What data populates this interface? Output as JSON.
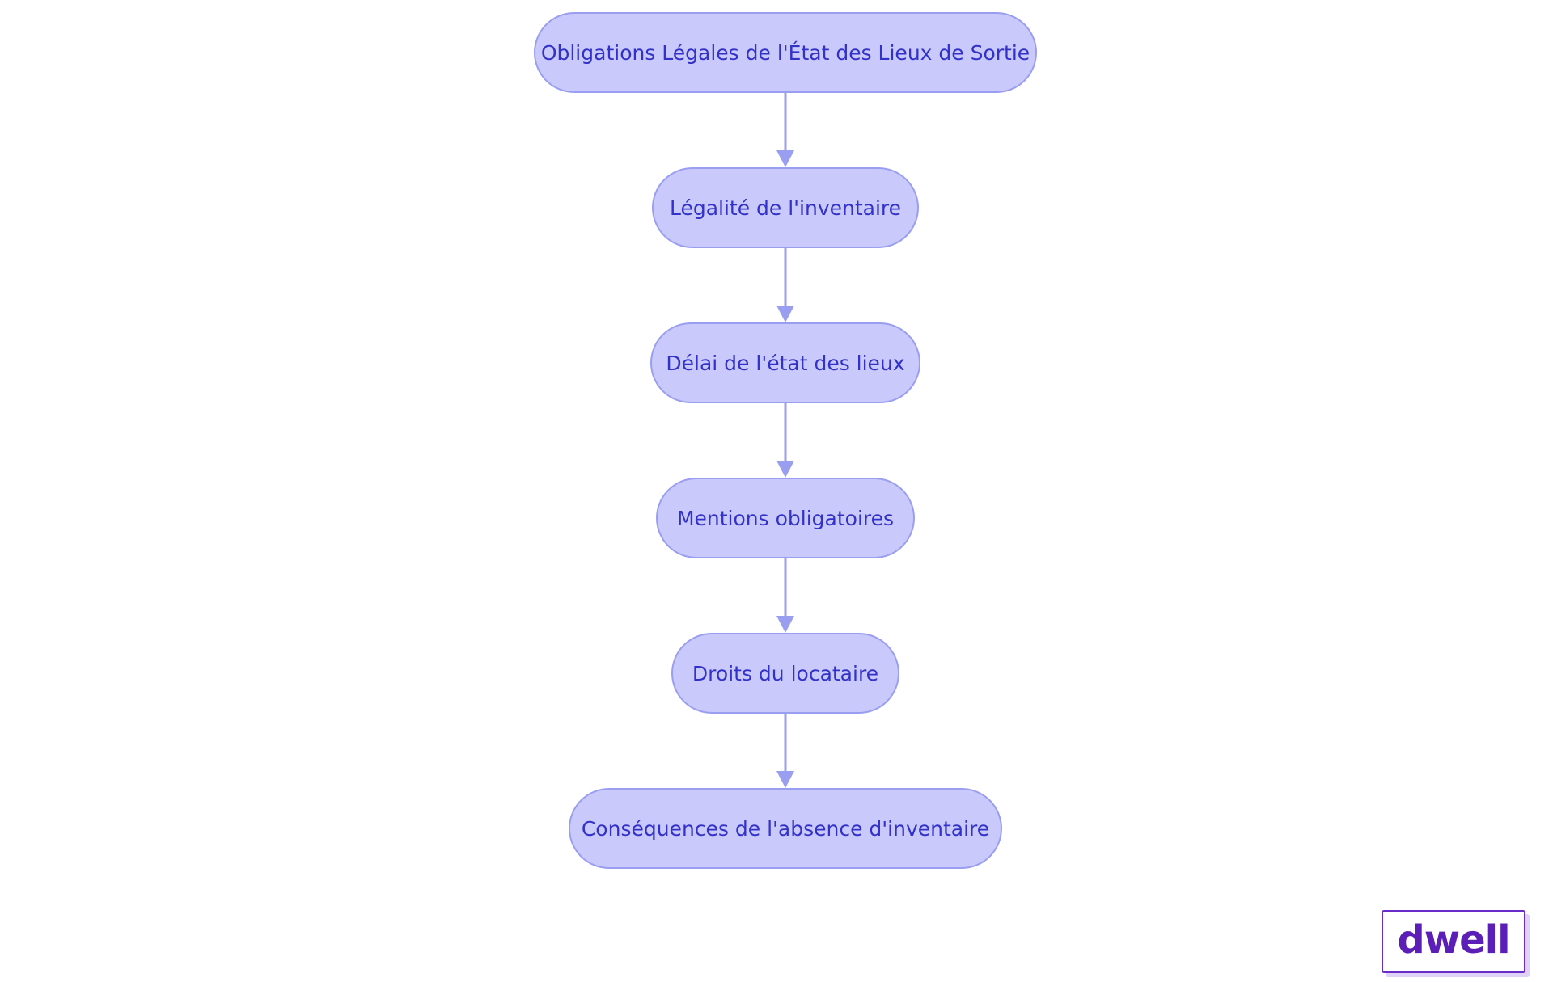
{
  "nodes": [
    {
      "id": "n1",
      "label": "Obligations Légales de l'État des Lieux de Sortie"
    },
    {
      "id": "n2",
      "label": "Légalité de l'inventaire"
    },
    {
      "id": "n3",
      "label": "Délai de l'état des lieux"
    },
    {
      "id": "n4",
      "label": "Mentions obligatoires"
    },
    {
      "id": "n5",
      "label": "Droits du locataire"
    },
    {
      "id": "n6",
      "label": "Conséquences de l'absence d'inventaire"
    }
  ],
  "edges": [
    {
      "from": "n1",
      "to": "n2"
    },
    {
      "from": "n2",
      "to": "n3"
    },
    {
      "from": "n3",
      "to": "n4"
    },
    {
      "from": "n4",
      "to": "n5"
    },
    {
      "from": "n5",
      "to": "n6"
    }
  ],
  "logo": {
    "text": "dwell"
  },
  "colors": {
    "node_fill": "#c9c9fc",
    "node_border": "#9a9ef0",
    "node_text": "#3232c8",
    "edge": "#9a9ef0",
    "logo": "#5b1fb8"
  }
}
